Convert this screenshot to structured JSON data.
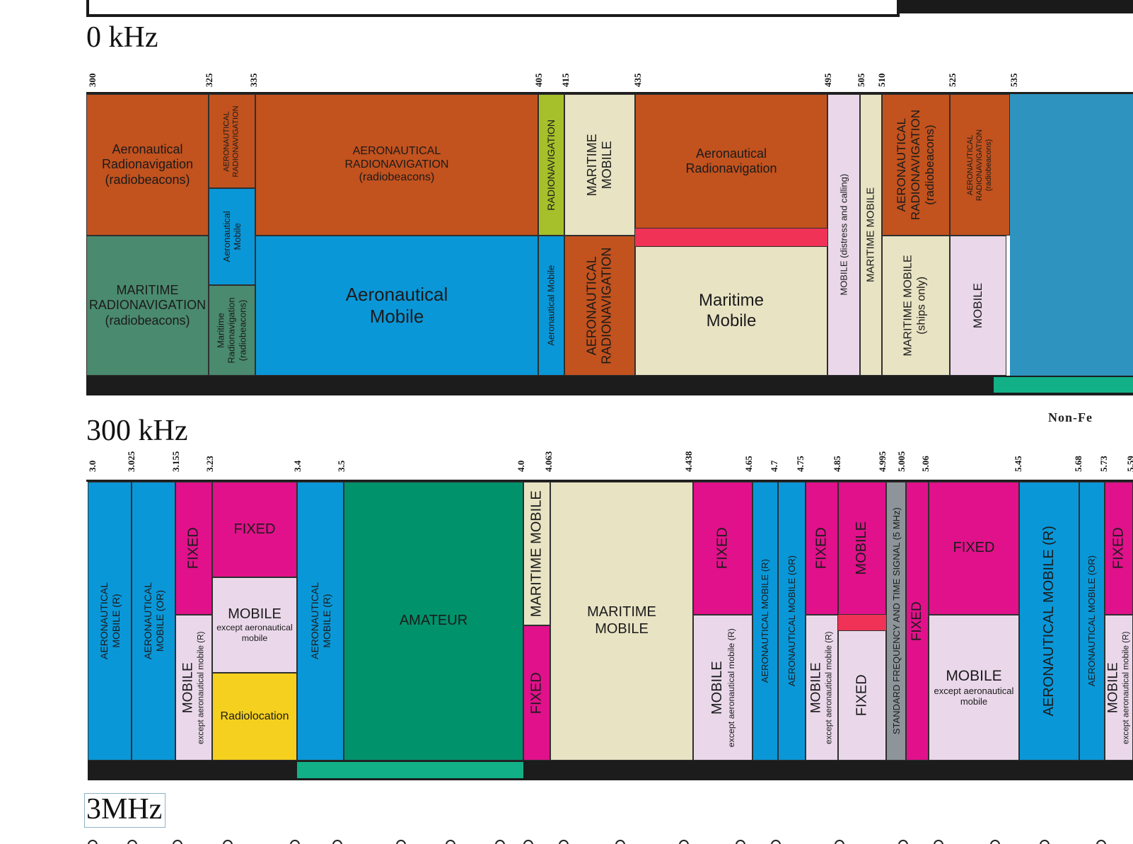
{
  "band1": {
    "title": "0 kHz",
    "ticks": [
      "300",
      "325",
      "335",
      "405",
      "415",
      "435",
      "495",
      "505",
      "510",
      "525",
      "535"
    ],
    "colors": {
      "aero_radionav": "#c2521e",
      "maritime_radionav": "#4a8a6e",
      "aero_mobile": "#0a97d8",
      "radionav": "#a5c02a",
      "maritime_mobile": "#e8e3c3",
      "mobile": "#ead8ea",
      "fixed_pink": "#ef3256",
      "satellite_blue": "#2e93bf",
      "black": "#1c1c1c",
      "green": "#12b087"
    },
    "blocks": [
      {
        "id": "b1-aero-radionav-1",
        "label": "Aeronautical\nRadionavigation\n(radiobeacons)"
      },
      {
        "id": "b1-maritime-radionav-1",
        "label": "MARITIME\nRADIONAVIGATION\n(radiobeacons)"
      },
      {
        "id": "b1-aero-radionav-2",
        "label": "AERONAUTICAL\nRADIONAVIGATION"
      },
      {
        "id": "b1-aero-radionav-2b",
        "label": "(radiobeacons)"
      },
      {
        "id": "b1-aero-mobile-1",
        "label": "Aeronautical\nMobile"
      },
      {
        "id": "b1-maritime-radionav-2",
        "label": "Maritime\nRadionavigation\n(radiobeacons)"
      },
      {
        "id": "b1-aero-radionav-3",
        "label": "AERONAUTICAL\nRADIONAVIGATION\n(radiobeacons)"
      },
      {
        "id": "b1-aero-mobile-2",
        "label": "Aeronautical\nMobile"
      },
      {
        "id": "b1-radionav",
        "label": "RADIONAVIGATION"
      },
      {
        "id": "b1-aero-mobile-3",
        "label": "Aeronautical Mobile"
      },
      {
        "id": "b1-maritime-mobile-1",
        "label": "MARITIME\nMOBILE"
      },
      {
        "id": "b1-aero-radionav-4",
        "label": "AERONAUTICAL\nRADIONAVIGATION"
      },
      {
        "id": "b1-aero-radionav-5",
        "label": "Aeronautical\nRadionavigation"
      },
      {
        "id": "b1-maritime-mobile-2",
        "label": "Maritime\nMobile"
      },
      {
        "id": "b1-mobile-distress",
        "label": "MOBILE (distress and calling)"
      },
      {
        "id": "b1-maritime-mobile-3",
        "label": "MARITIME MOBILE"
      },
      {
        "id": "b1-aero-radionav-6",
        "label": "AERONAUTICAL\nRADIONAVIGATION\n(radiobeacons)"
      },
      {
        "id": "b1-maritime-mobile-ships",
        "label": "MARITIME MOBILE\n(ships only)"
      },
      {
        "id": "b1-aero-radionav-7",
        "label": "AERONAUTICAL\nRADIONAVIGATION\n(radiobeacons)"
      },
      {
        "id": "b1-mobile",
        "label": "MOBILE"
      }
    ]
  },
  "non_federal_label": "Non-Fe",
  "band2": {
    "title": "300 kHz",
    "ticks": [
      "3.0",
      "3.025",
      "3.155",
      "3.23",
      "3.4",
      "3.5",
      "4.0",
      "4.063",
      "4.438",
      "4.65",
      "4.7",
      "4.75",
      "4.85",
      "4.995",
      "5.005",
      "5.06",
      "5.45",
      "5.68",
      "5.73",
      "5.59"
    ],
    "colors": {
      "aero_mobile": "#0a97d8",
      "fixed": "#e0118a",
      "mobile": "#ead8ea",
      "amateur": "#00926b",
      "maritime_mobile": "#e8e3c3",
      "radiolocation": "#f5d01e",
      "std_freq": "#8e959a",
      "red": "#ef3256",
      "green": "#12b087"
    },
    "blocks": [
      {
        "id": "b2-aero-mobile-r-1",
        "label": "AERONAUTICAL\nMOBILE (R)"
      },
      {
        "id": "b2-aero-mobile-or-1",
        "label": "AERONAUTICAL\nMOBILE (OR)"
      },
      {
        "id": "b2-fixed-1",
        "label": "FIXED"
      },
      {
        "id": "b2-mobile-1",
        "label": "MOBILE",
        "sub": "except aeronautical mobile (R)"
      },
      {
        "id": "b2-fixed-2",
        "label": "FIXED"
      },
      {
        "id": "b2-mobile-2",
        "label": "MOBILE",
        "sub": "except aeronautical\nmobile"
      },
      {
        "id": "b2-radiolocation",
        "label": "Radiolocation"
      },
      {
        "id": "b2-aero-mobile-r-2",
        "label": "AERONAUTICAL\nMOBILE (R)"
      },
      {
        "id": "b2-amateur",
        "label": "AMATEUR"
      },
      {
        "id": "b2-maritime-mobile-1",
        "label": "MARITIME MOBILE"
      },
      {
        "id": "b2-fixed-3",
        "label": "FIXED"
      },
      {
        "id": "b2-maritime-mobile-2",
        "label": "MARITIME\nMOBILE"
      },
      {
        "id": "b2-fixed-4",
        "label": "FIXED"
      },
      {
        "id": "b2-mobile-3",
        "label": "MOBILE",
        "sub": "except aeronautical mobile (R)"
      },
      {
        "id": "b2-aero-mobile-r-3",
        "label": "AERONAUTICAL MOBILE (R)"
      },
      {
        "id": "b2-aero-mobile-or-2",
        "label": "AERONAUTICAL MOBILE (OR)"
      },
      {
        "id": "b2-fixed-5",
        "label": "FIXED"
      },
      {
        "id": "b2-mobile-4",
        "label": "MOBILE",
        "sub": "except aeronautical mobile (R)"
      },
      {
        "id": "b2-mobile-5",
        "label": "MOBILE"
      },
      {
        "id": "b2-fixed-6",
        "label": "FIXED"
      },
      {
        "id": "b2-std-freq",
        "label": "STANDARD FREQUENCY AND TIME SIGNAL (5 MHz)"
      },
      {
        "id": "b2-fixed-7",
        "label": "FIXED"
      },
      {
        "id": "b2-fixed-8",
        "label": "FIXED"
      },
      {
        "id": "b2-mobile-6",
        "label": "MOBILE",
        "sub": "except aeronautical\nmobile"
      },
      {
        "id": "b2-aero-mobile-r-4",
        "label": "AERONAUTICAL MOBILE (R)"
      },
      {
        "id": "b2-aero-mobile-or-3",
        "label": "AERONAUTICAL MOBILE (OR)"
      },
      {
        "id": "b2-fixed-9",
        "label": "FIXED"
      },
      {
        "id": "b2-mobile-7",
        "label": "MOBILE",
        "sub": "except aeronautical mobile (R)"
      }
    ]
  },
  "band3": {
    "title": "3MHz"
  }
}
